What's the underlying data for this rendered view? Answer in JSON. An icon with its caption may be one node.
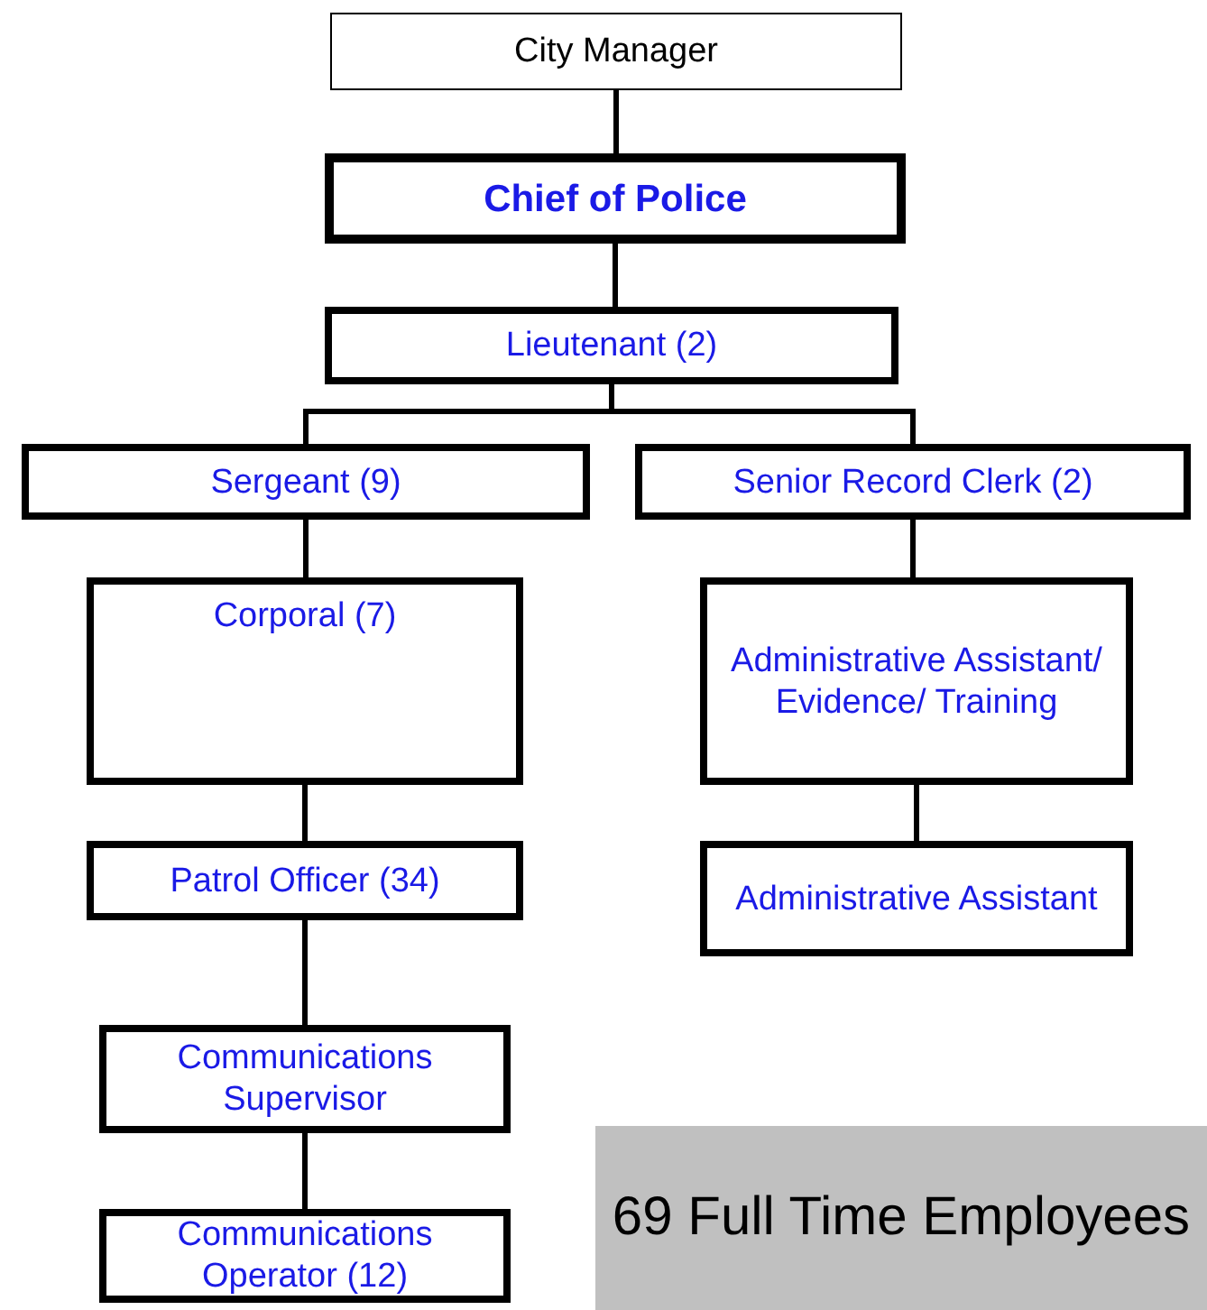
{
  "diagram": {
    "nodes": [
      {
        "text": [
          "City Manager"
        ]
      },
      {
        "text": [
          "Chief of Police"
        ]
      },
      {
        "text": [
          "Lieutenant (2)"
        ]
      },
      {
        "text": [
          "Sergeant (9)"
        ]
      },
      {
        "text": [
          "Senior Record Clerk (2)"
        ]
      },
      {
        "text": [
          "Corporal (7)"
        ]
      },
      {
        "text": [
          "Administrative Assistant/ Evidence/ Training"
        ]
      },
      {
        "text": [
          "Patrol Officer (34)"
        ]
      },
      {
        "text": [
          "Administrative Assistant"
        ]
      },
      {
        "text": [
          "Communications Supervisor"
        ]
      },
      {
        "text": [
          "Communications Operator (12)"
        ]
      },
      {
        "text": [
          "69 Full Time Employees"
        ]
      }
    ],
    "edges": [
      {
        "from": 0,
        "to": 1,
        "arrow": "none"
      },
      {
        "from": 1,
        "to": 2,
        "arrow": "none"
      },
      {
        "from": 2,
        "to": 3,
        "arrow": "none"
      },
      {
        "from": 2,
        "to": 4,
        "arrow": "none"
      },
      {
        "from": 3,
        "to": 5,
        "arrow": "none"
      },
      {
        "from": 5,
        "to": 7,
        "arrow": "none"
      },
      {
        "from": 7,
        "to": 9,
        "arrow": "none"
      },
      {
        "from": 9,
        "to": 10,
        "arrow": "none"
      },
      {
        "from": 4,
        "to": 6,
        "arrow": "none"
      },
      {
        "from": 6,
        "to": 8,
        "arrow": "none"
      }
    ]
  }
}
